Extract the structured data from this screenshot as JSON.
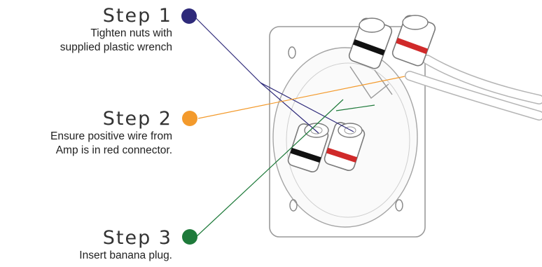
{
  "steps": [
    {
      "title": "Step 1",
      "description_lines": [
        "Tighten nuts with",
        "supplied plastic wrench"
      ],
      "color": "#2e2a7a"
    },
    {
      "title": "Step 2",
      "description_lines": [
        "Ensure positive wire from",
        "Amp is in red connector."
      ],
      "color": "#f39a2c"
    },
    {
      "title": "Step 3",
      "description_lines": [
        "Insert banana plug."
      ],
      "color": "#1e7a3a"
    }
  ],
  "connector_colors": {
    "positive": "#d02a2a",
    "negative": "#111111"
  }
}
